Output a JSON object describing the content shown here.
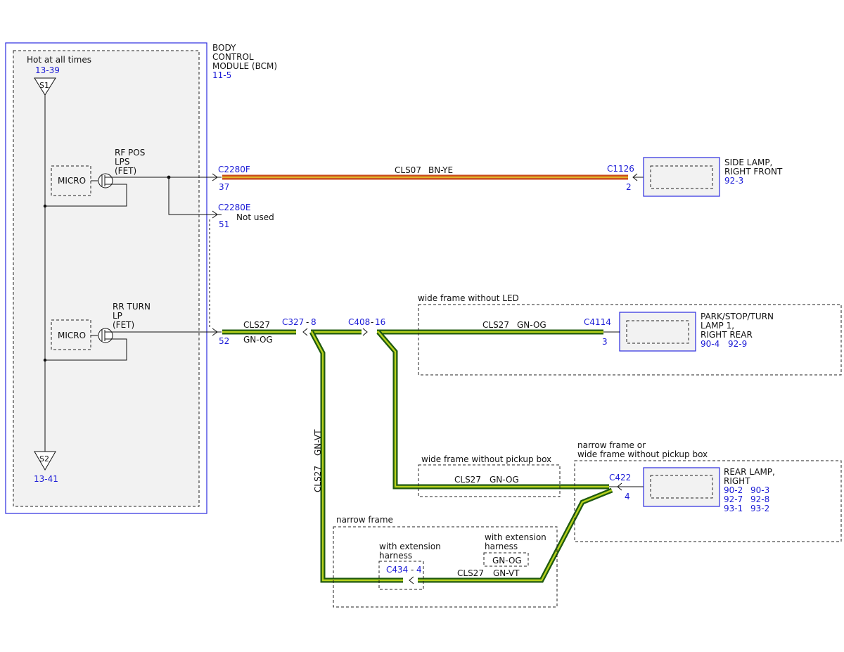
{
  "module": {
    "name_lines": [
      "BODY",
      "CONTROL",
      "MODULE (BCM)"
    ],
    "ref": "11-5",
    "hot_label": "Hot at all times",
    "s1_ref": "13-39",
    "s1_label": "S1",
    "s2_ref": "13-41",
    "s2_label": "S2",
    "micro_label": "MICRO",
    "fet1_lines": [
      "RF POS",
      "LPS",
      "(FET)"
    ],
    "fet2_lines": [
      "RR TURN",
      "LP",
      "(FET)"
    ]
  },
  "connectors": {
    "c2280f": {
      "name": "C2280F",
      "pin": "37"
    },
    "c2280e": {
      "name": "C2280E",
      "pin": "51",
      "note": "Not used"
    },
    "bcm_pin52": "52",
    "c1126": {
      "name": "C1126",
      "pin": "2"
    },
    "c327": "C327",
    "c327_pin": "8",
    "c408": "C408",
    "c408_pin": "16",
    "c4114": {
      "name": "C4114",
      "pin": "3"
    },
    "c422": {
      "name": "C422",
      "pin": "4"
    },
    "c434": "C434",
    "c434_pin": "4"
  },
  "circuits": {
    "cls07": "CLS07",
    "bn_ye": "BN-YE",
    "cls27": "CLS27",
    "gn_og": "GN-OG",
    "gn_vt": "GN-VT"
  },
  "components": {
    "side_lamp": {
      "lines": [
        "SIDE LAMP,",
        "RIGHT FRONT"
      ],
      "ref": "92-3"
    },
    "park_lamp": {
      "lines": [
        "PARK/STOP/TURN",
        "LAMP 1,",
        "RIGHT REAR"
      ],
      "refs": [
        "90-4",
        "92-9"
      ]
    },
    "rear_lamp": {
      "lines": [
        "REAR LAMP,",
        "RIGHT"
      ],
      "refs": [
        "90-2",
        "90-3",
        "92-7",
        "92-8",
        "93-1",
        "93-2"
      ]
    }
  },
  "options": {
    "wide_no_led": "wide frame without LED",
    "wide_no_pickup": "wide frame without pickup box",
    "narrow_or_wide": [
      "narrow frame or",
      "wide frame without pickup box"
    ],
    "narrow": "narrow frame",
    "ext_harness": [
      "with extension",
      "harness"
    ]
  },
  "colors": {
    "module_border": "#2b2be0",
    "ref_text": "#1a1ad6",
    "green_wire_outer": "#1f5a10",
    "green_wire_inner": "#b7d21c",
    "brown_wire_outer": "#c94a1c",
    "brown_wire_inner": "#e0b42a",
    "box_fill": "#f2f2f2"
  }
}
